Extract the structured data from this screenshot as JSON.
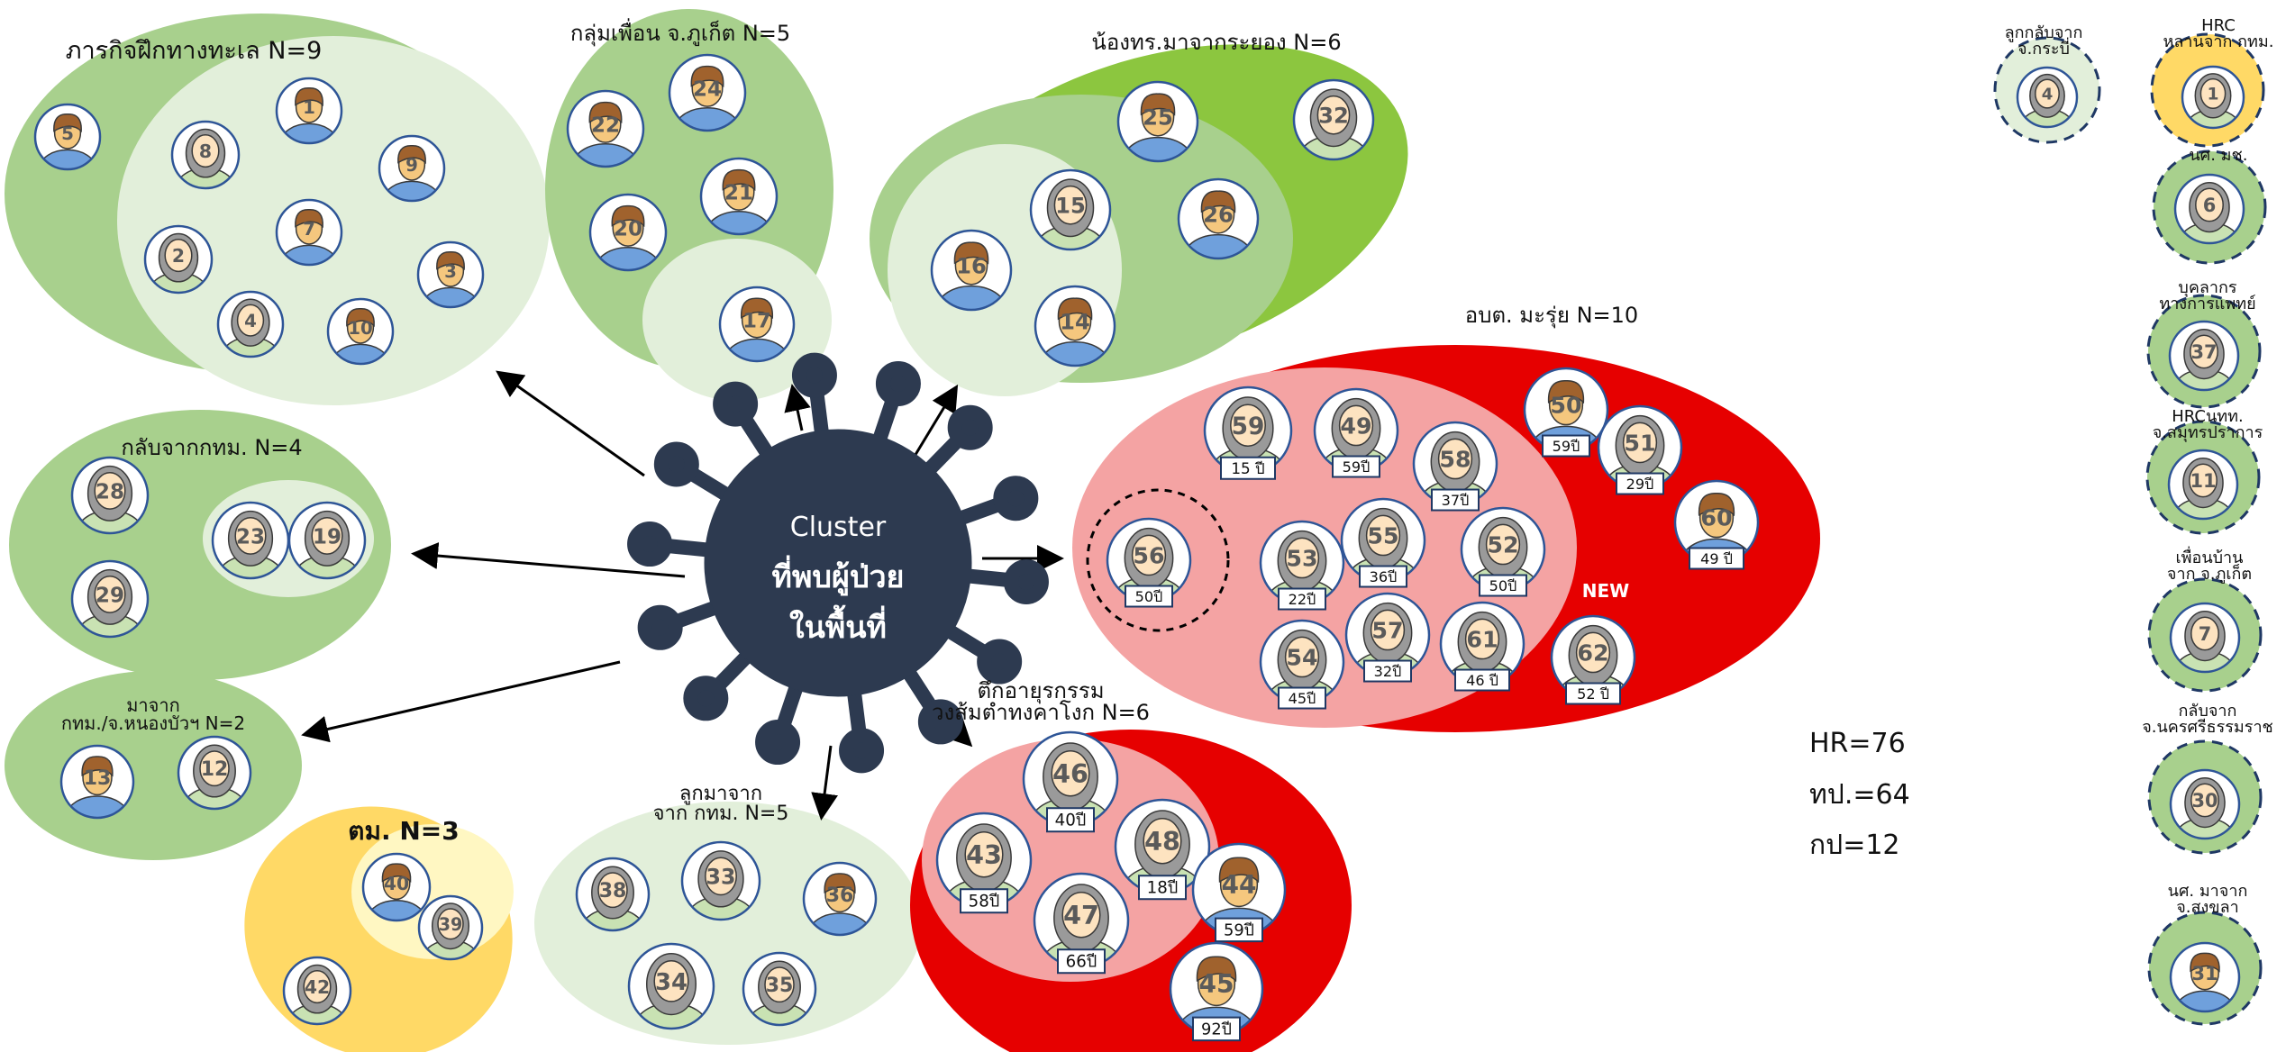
{
  "center": {
    "line1": "Cluster",
    "line2": "ที่พบผู้ป่วย",
    "line3": "ในพื้นที่"
  },
  "groups": {
    "sea": "ภารกิจฝึกทางทะเล N=9",
    "phuket_friends": "กลุ่มเพื่อน จ.ภูเก็ต N=5",
    "rayong": "น้องทร.มาจากระยอง N=6",
    "bkk_return": "กลับจากกทม. N=4",
    "nongbua": "มาจาก\nกทม./จ.หนองบัวฯ N=2",
    "tm": "ตม. N=3",
    "kids_bkk": "ลูกมาจาก\nจาก กทม. N=5",
    "building": "ตึกอายุรกรรม\nวงส้มตำทงคาโงก N=6",
    "obt": "อบต. มะรุ่ย N=10",
    "new_label": "NEW"
  },
  "right_list": {
    "items": [
      "ลูกกลับจาก\nจ.กระบี่",
      "HRC\nหลานจาก กทม.",
      "นศ. มช.",
      "บุคลากร\nทางการแพทย์",
      "HRCนทท.\nจ.สมุทรปราการ",
      "เพื่อนบ้าน\nจาก จ.ภูเก็ต",
      "กลับจาก\nจ.นครศรีธรรมราช",
      "นศ. มาจาก\nจ.สงขลา"
    ]
  },
  "stats": {
    "hr": "HR=76",
    "tp": "ทป.=64",
    "kp": "กป=12"
  },
  "colors": {
    "navy": "#2d3a50",
    "green_dark": "#8cc63f",
    "green_mid": "#a8d08d",
    "green_light": "#e2efda",
    "red": "#e60000",
    "pink": "#f4a3a3",
    "yellow": "#ffd966",
    "yellow_light": "#fff7c2",
    "ring": "#2e5597"
  },
  "people": [
    {
      "n": "5",
      "g": "m"
    },
    {
      "n": "1",
      "g": "m"
    },
    {
      "n": "8",
      "g": "f"
    },
    {
      "n": "9",
      "g": "m"
    },
    {
      "n": "2",
      "g": "f"
    },
    {
      "n": "7",
      "g": "m"
    },
    {
      "n": "3",
      "g": "m"
    },
    {
      "n": "4",
      "g": "f"
    },
    {
      "n": "10",
      "g": "m"
    },
    {
      "n": "22",
      "g": "m"
    },
    {
      "n": "24",
      "g": "m"
    },
    {
      "n": "21",
      "g": "m"
    },
    {
      "n": "20",
      "g": "m"
    },
    {
      "n": "17",
      "g": "m"
    },
    {
      "n": "25",
      "g": "m"
    },
    {
      "n": "32",
      "g": "f"
    },
    {
      "n": "15",
      "g": "f"
    },
    {
      "n": "26",
      "g": "m"
    },
    {
      "n": "16",
      "g": "m"
    },
    {
      "n": "14",
      "g": "m"
    },
    {
      "n": "28",
      "g": "f"
    },
    {
      "n": "23",
      "g": "f"
    },
    {
      "n": "19",
      "g": "f"
    },
    {
      "n": "29",
      "g": "f"
    },
    {
      "n": "13",
      "g": "m"
    },
    {
      "n": "12",
      "g": "f"
    },
    {
      "n": "40",
      "g": "m"
    },
    {
      "n": "39",
      "g": "f"
    },
    {
      "n": "42",
      "g": "f"
    },
    {
      "n": "38",
      "g": "f"
    },
    {
      "n": "33",
      "g": "f"
    },
    {
      "n": "36",
      "g": "m"
    },
    {
      "n": "34",
      "g": "f"
    },
    {
      "n": "35",
      "g": "f"
    },
    {
      "n": "46",
      "g": "f",
      "age": "40ปี"
    },
    {
      "n": "43",
      "g": "f",
      "age": "58ปี"
    },
    {
      "n": "48",
      "g": "f",
      "age": "18ปี"
    },
    {
      "n": "47",
      "g": "f",
      "age": "66ปี"
    },
    {
      "n": "44",
      "g": "m",
      "age": "59ปี"
    },
    {
      "n": "45",
      "g": "m",
      "age": "92ปี"
    },
    {
      "n": "59",
      "g": "f",
      "age": "15 ปี"
    },
    {
      "n": "49",
      "g": "f",
      "age": "59ปี"
    },
    {
      "n": "50",
      "g": "m",
      "age": "59ปี"
    },
    {
      "n": "51",
      "g": "f",
      "age": "29ปี"
    },
    {
      "n": "58",
      "g": "f",
      "age": "37ปี"
    },
    {
      "n": "60",
      "g": "m",
      "age": "49 ปี"
    },
    {
      "n": "56",
      "g": "f",
      "age": "50ปี"
    },
    {
      "n": "53",
      "g": "f",
      "age": "22ปี"
    },
    {
      "n": "55",
      "g": "f",
      "age": "36ปี"
    },
    {
      "n": "52",
      "g": "f",
      "age": "50ปี"
    },
    {
      "n": "57",
      "g": "f",
      "age": "32ปี"
    },
    {
      "n": "54",
      "g": "f",
      "age": "45ปี"
    },
    {
      "n": "61",
      "g": "f",
      "age": "46 ปี"
    },
    {
      "n": "62",
      "g": "f",
      "age": "52 ปี"
    },
    {
      "n": "4",
      "g": "f"
    },
    {
      "n": "1",
      "g": "f"
    },
    {
      "n": "6",
      "g": "f"
    },
    {
      "n": "37",
      "g": "f"
    },
    {
      "n": "11",
      "g": "f"
    },
    {
      "n": "7",
      "g": "f"
    },
    {
      "n": "30",
      "g": "f"
    },
    {
      "n": "31",
      "g": "m"
    }
  ]
}
